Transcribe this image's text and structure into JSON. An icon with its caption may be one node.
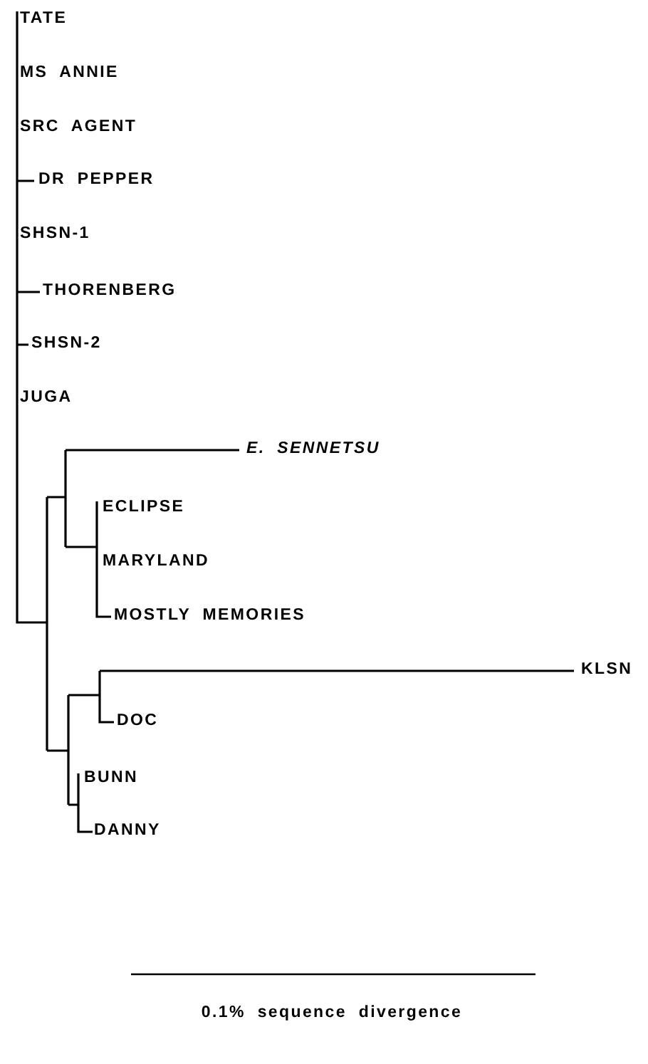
{
  "diagram": {
    "labels": [
      "TATE",
      "MS ANNIE",
      "SRC AGENT",
      "DR PEPPER",
      "SHSN-1",
      "THORENBERG",
      "SHSN-2",
      "JUGA",
      "E. SENNETSU",
      "ECLIPSE",
      "MARYLAND",
      "MOSTLY MEMORIES",
      "KLSN",
      "DOC",
      "BUNN",
      "DANNY",
      "0.1% sequence divergence"
    ]
  }
}
